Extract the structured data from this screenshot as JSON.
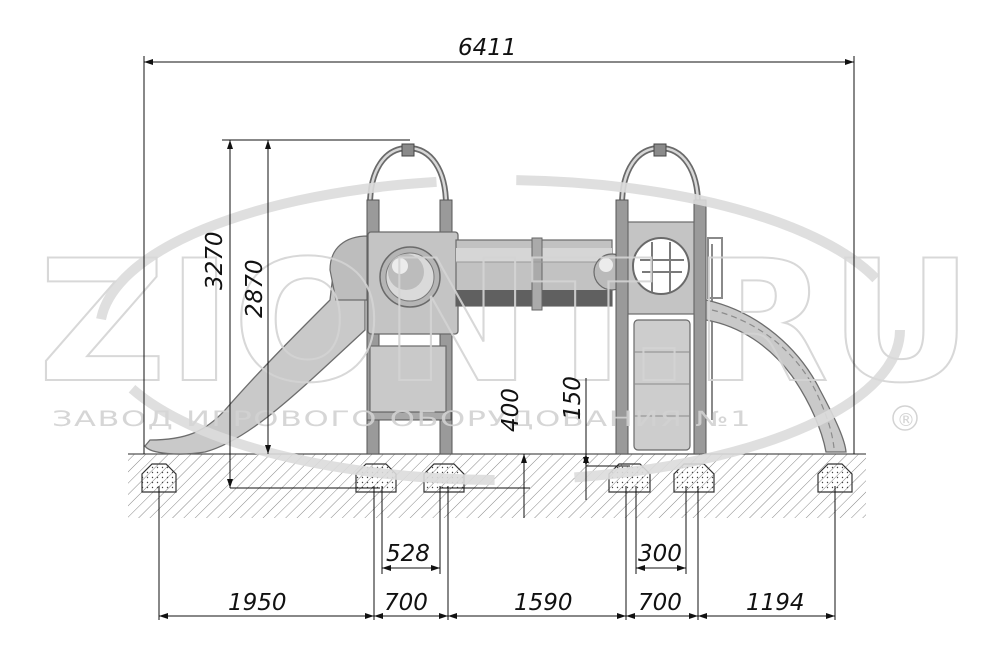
{
  "watermark": {
    "brand": "ZIONT.RU",
    "subtitle": "ЗАВОД ИГРОВОГО ОБОРУДОВАНИЯ №1",
    "registered": "®"
  },
  "dimensions": {
    "overall_width": "6411",
    "height_total": "3270",
    "height_platform": "2870",
    "depth_400": "400",
    "depth_150": "150",
    "spacing_528": "528",
    "spacing_300": "300",
    "bottom": [
      "1950",
      "700",
      "1590",
      "700",
      "1194"
    ]
  }
}
